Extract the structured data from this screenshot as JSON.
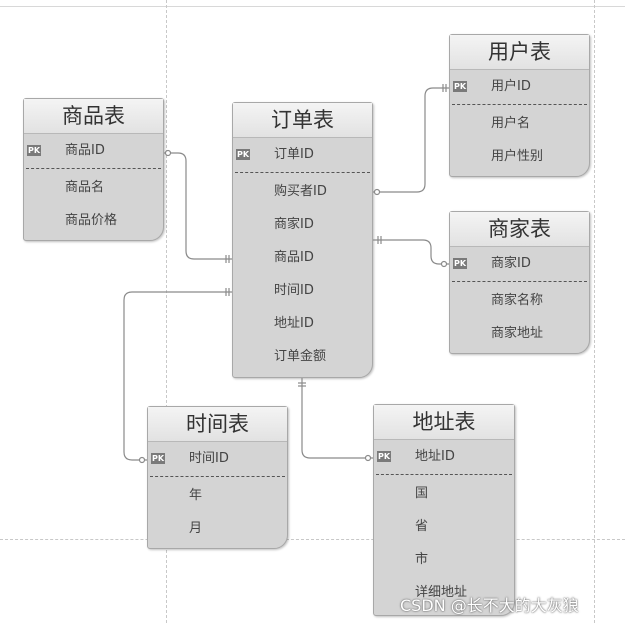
{
  "entities": {
    "goods": {
      "title": "商品表",
      "pk_badge": "PK",
      "pk_field": "商品ID",
      "fields": [
        "商品名",
        "商品价格"
      ]
    },
    "order": {
      "title": "订单表",
      "pk_badge": "PK",
      "pk_field": "订单ID",
      "fields": [
        "购买者ID",
        "商家ID",
        "商品ID",
        "时间ID",
        "地址ID",
        "订单金额"
      ]
    },
    "user": {
      "title": "用户表",
      "pk_badge": "PK",
      "pk_field": "用户ID",
      "fields": [
        "用户名",
        "用户性别"
      ]
    },
    "merchant": {
      "title": "商家表",
      "pk_badge": "PK",
      "pk_field": "商家ID",
      "fields": [
        "商家名称",
        "商家地址"
      ]
    },
    "time": {
      "title": "时间表",
      "pk_badge": "PK",
      "pk_field": "时间ID",
      "fields": [
        "年",
        "月"
      ]
    },
    "address": {
      "title": "地址表",
      "pk_badge": "PK",
      "pk_field": "地址ID",
      "fields": [
        "国",
        "省",
        "市",
        "详细地址"
      ]
    }
  },
  "relationships": [
    {
      "from": "商品表.商品ID",
      "to": "订单表.商品ID"
    },
    {
      "from": "用户表.用户ID",
      "to": "订单表.购买者ID"
    },
    {
      "from": "商家表.商家ID",
      "to": "订单表.商家ID"
    },
    {
      "from": "时间表.时间ID",
      "to": "订单表.时间ID"
    },
    {
      "from": "地址表.地址ID",
      "to": "订单表.地址ID"
    }
  ],
  "watermark": "CSDN @长不大的大灰狼",
  "colors": {
    "entity_fill": "#d4d4d4",
    "title_fill": "#e8e8e8",
    "line": "#8a8a8a"
  }
}
